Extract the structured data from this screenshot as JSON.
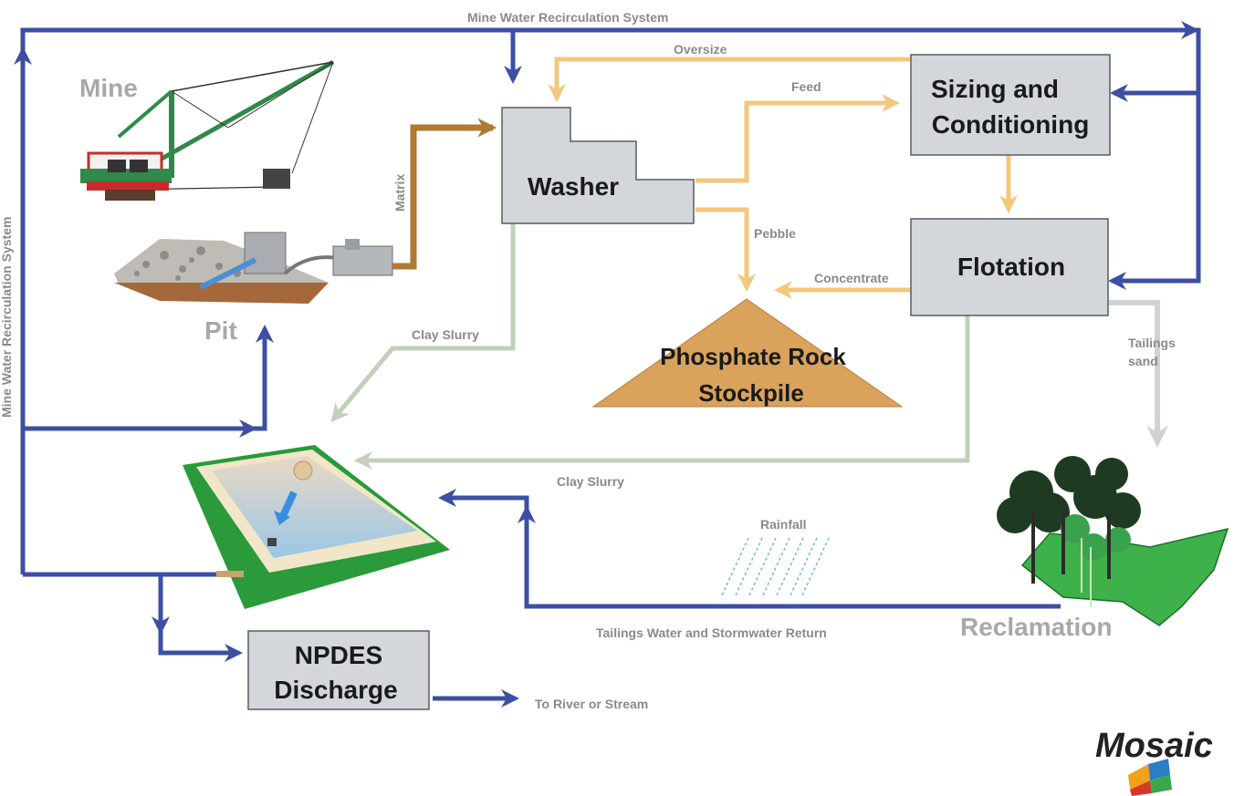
{
  "colors": {
    "water": "#3d4fa3",
    "process": "#f3c77e",
    "matrix": "#b07a32",
    "clay": "#c2d0bb",
    "tailings": "#cfd3d6",
    "box_fill": "#d3d6da",
    "stockpile": "#d9a35c"
  },
  "labels": {
    "recirc_top": "Mine Water Recirculation System",
    "recirc_left": "Mine Water Recirculation System",
    "oversize": "Oversize",
    "feed": "Feed",
    "matrix": "Matrix",
    "pebble": "Pebble",
    "concentrate": "Concentrate",
    "clay_slurry_1": "Clay Slurry",
    "clay_slurry_2": "Clay Slurry",
    "tailings_sand_1": "Tailings",
    "tailings_sand_2": "sand",
    "rainfall": "Rainfall",
    "tailings_water": "Tailings Water and Stormwater Return",
    "to_river": "To River or Stream",
    "mine": "Mine",
    "pit": "Pit",
    "reclamation": "Reclamation"
  },
  "boxes": {
    "washer": "Washer",
    "sizing_1": "Sizing and",
    "sizing_2": "Conditioning",
    "flotation": "Flotation",
    "npdes_1": "NPDES",
    "npdes_2": "Discharge"
  },
  "stockpile": {
    "line1": "Phosphate Rock",
    "line2": "Stockpile"
  },
  "logo": {
    "text": "Mosaic"
  },
  "icons": [
    "dragline-icon",
    "pit-icon",
    "clay-settling-area-icon",
    "trees-icon",
    "rainfall-icon",
    "mosaic-logo-icon"
  ]
}
